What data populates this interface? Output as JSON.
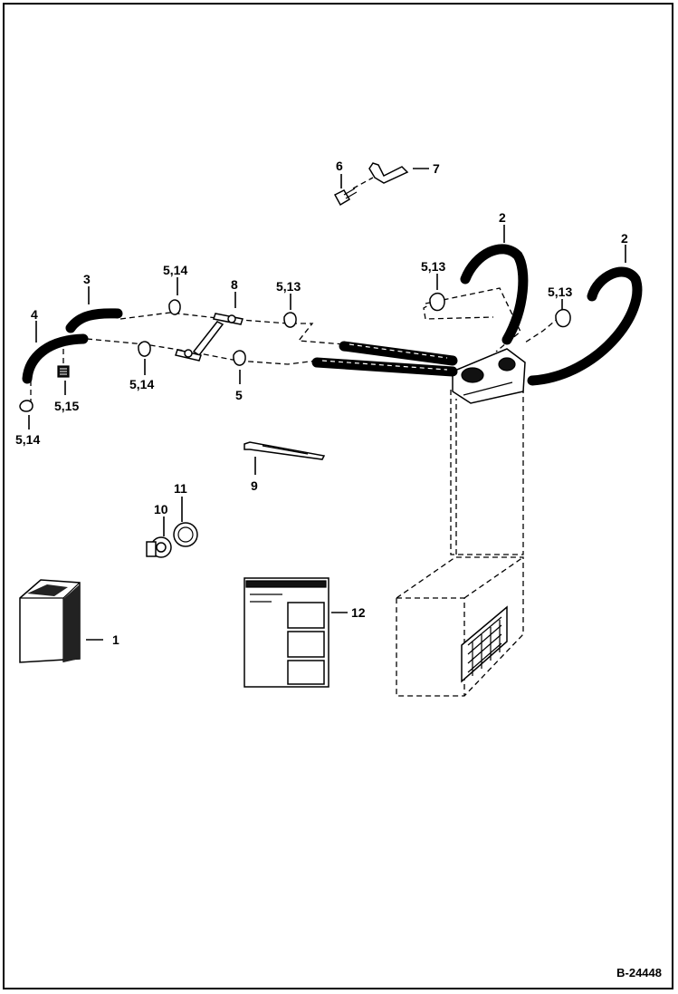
{
  "callouts": {
    "c1": "1",
    "c2a": "2",
    "c2b": "2",
    "c3": "3",
    "c4": "4",
    "c5": "5",
    "c6": "6",
    "c7": "7",
    "c8": "8",
    "c9": "9",
    "c10": "10",
    "c11": "11",
    "c12": "12",
    "c513a": "5,13",
    "c513b": "5,13",
    "c513c": "5,13",
    "c514a": "5,14",
    "c514b": "5,14",
    "c514c": "5,14",
    "c515": "5,15"
  },
  "figure_id": "B-24448"
}
